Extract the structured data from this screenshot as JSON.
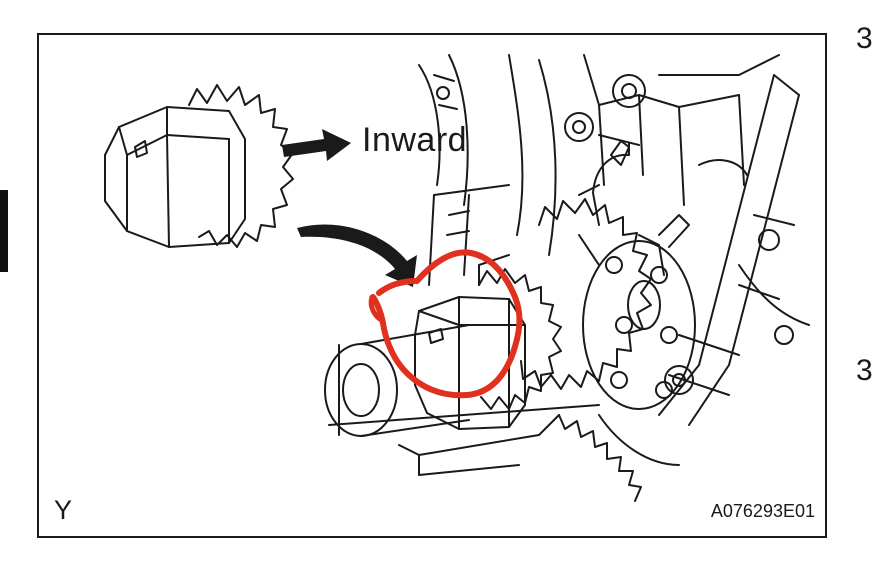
{
  "diagram": {
    "label_inward": "Inward",
    "view_letter": "Y",
    "figure_code": "A076293E01"
  },
  "page_edge": {
    "step_numbers": [
      "3",
      "3"
    ]
  },
  "colors": {
    "line_art": "#1a1a1a",
    "highlight_marker": "#e0301e",
    "background": "#ffffff"
  },
  "icons": [
    "arrow-right-icon",
    "curved-arrow-icon"
  ]
}
